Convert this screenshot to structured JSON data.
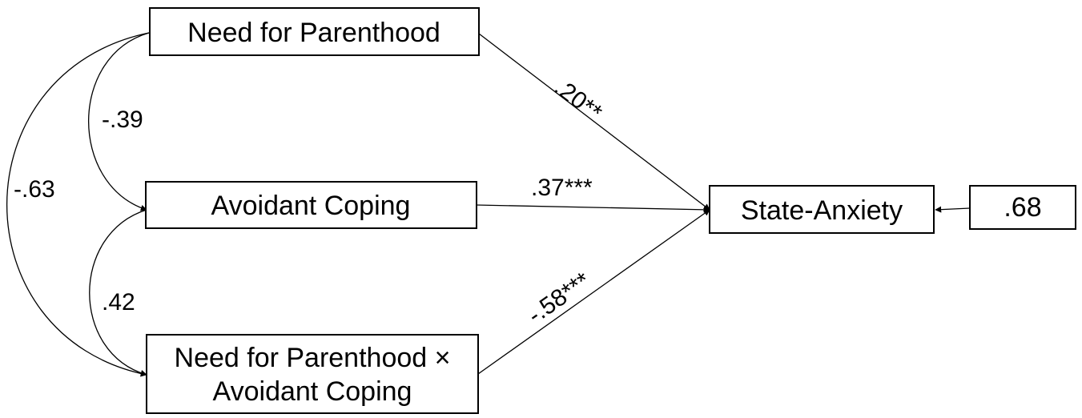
{
  "nodes": {
    "need_for_parenthood": "Need for Parenthood",
    "avoidant_coping": "Avoidant Coping",
    "interaction_line1": "Need for Parenthood ×",
    "interaction_line2": "Avoidant Coping",
    "state_anxiety": "State-Anxiety",
    "residual": ".68"
  },
  "paths": {
    "need_to_anxiety": ".20**",
    "avoidant_to_anxiety": ".37***",
    "interaction_to_anxiety": "-.58***"
  },
  "correlations": {
    "need_avoidant": "-.39",
    "avoidant_interaction": ".42",
    "need_interaction": "-.63"
  }
}
